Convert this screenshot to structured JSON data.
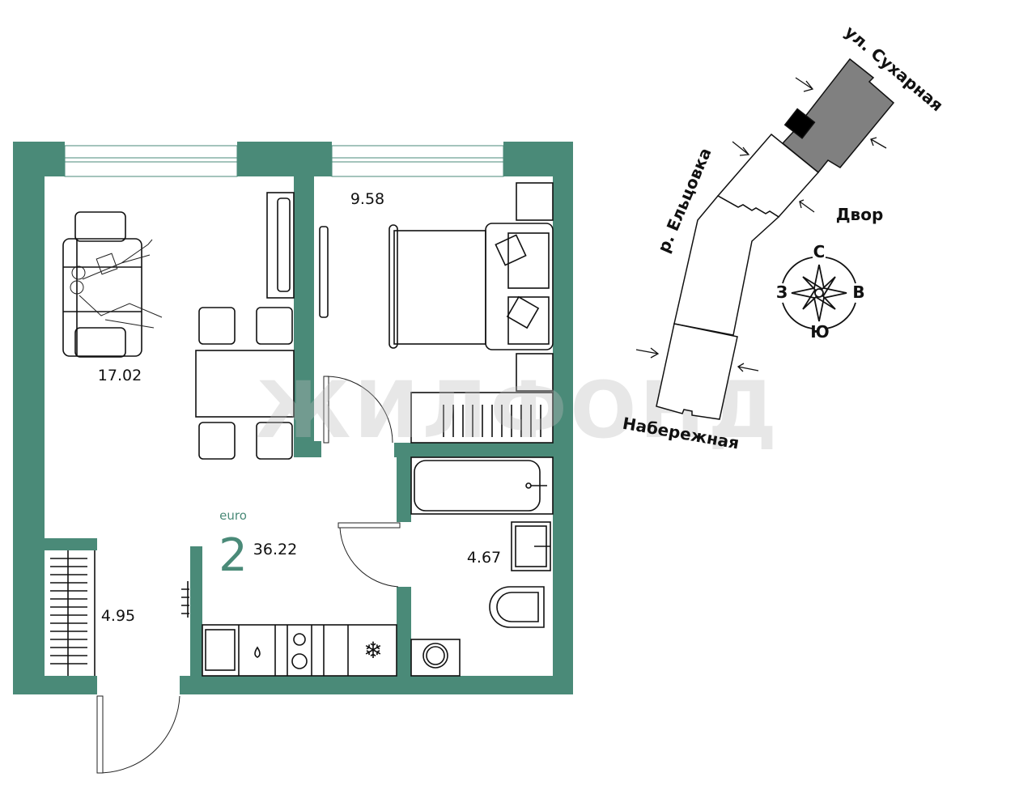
{
  "plan": {
    "type_label": "euro",
    "rooms_count": "2",
    "total_area": "36.22",
    "rooms": {
      "living": "17.02",
      "bedroom": "9.58",
      "bathroom": "4.67",
      "balcony": "4.95"
    }
  },
  "site_plan": {
    "street_top": "ул. Сухарная",
    "river": "р. Ельцовка",
    "yard": "Двор",
    "embankment": "Набережная",
    "compass": {
      "north": "С",
      "west": "З",
      "east": "В",
      "south": "Ю"
    }
  },
  "watermark": "ЖИЛФОНД",
  "colors": {
    "wall": "#4a8a78",
    "building_highlight": "#808080",
    "unit_marker": "#000000"
  }
}
